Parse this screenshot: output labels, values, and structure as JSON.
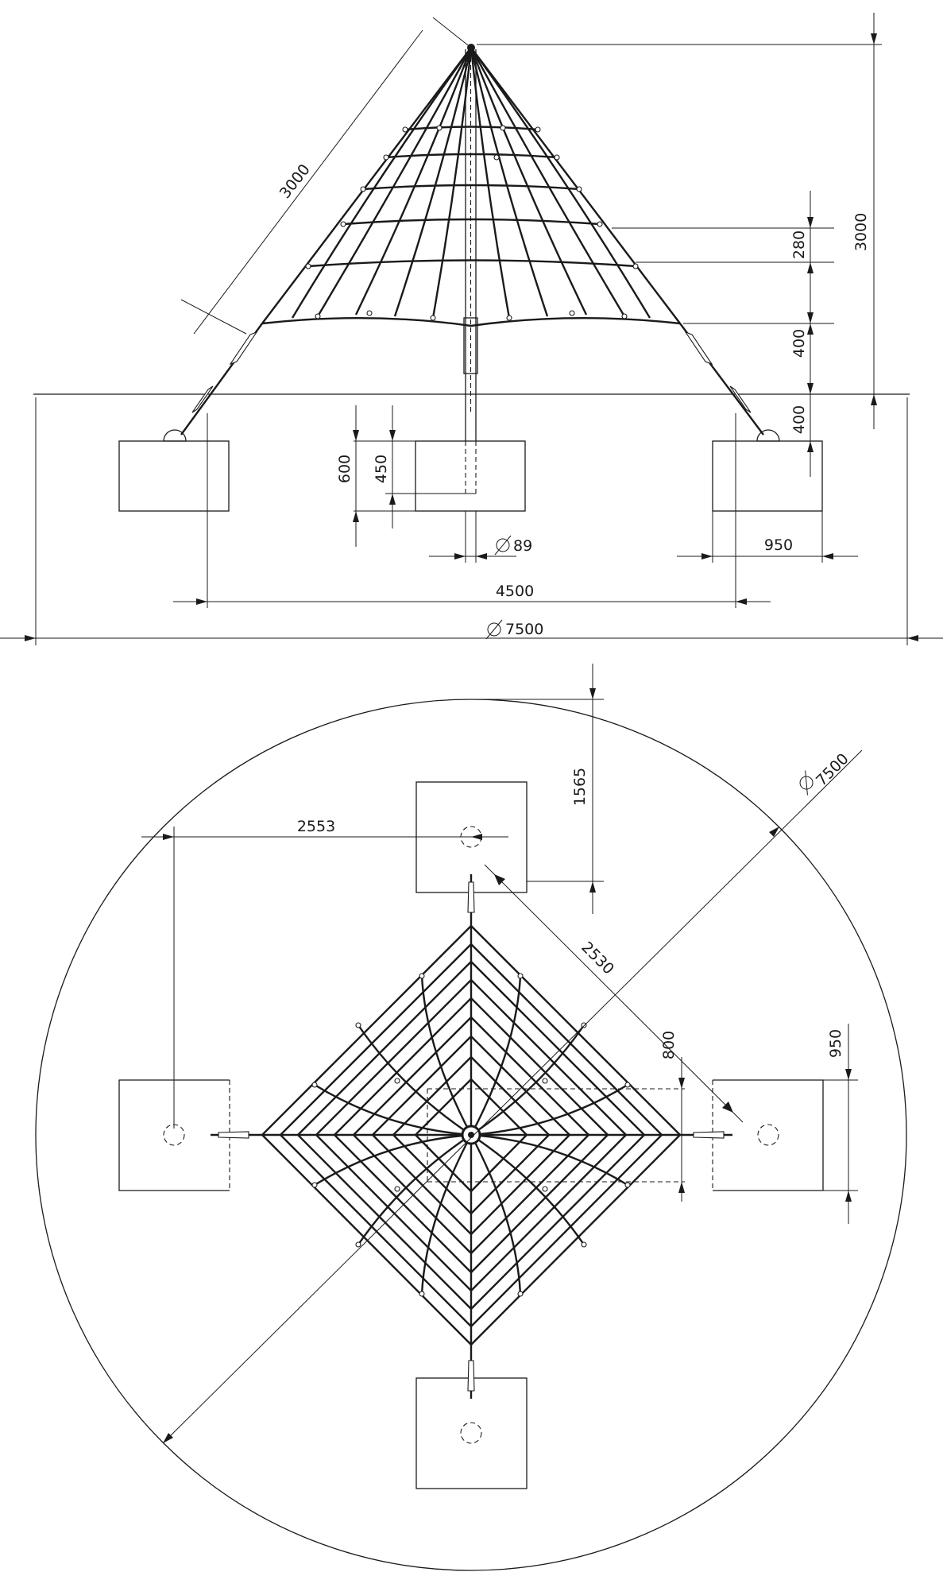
{
  "colors": {
    "line": "#1a1a1a",
    "background": "#ffffff"
  },
  "elevation": {
    "slant_length": "3000",
    "total_height": "3000",
    "net_spacing_top": "280",
    "net_spacing_mid": "400",
    "ground_clearance": "400",
    "foundation_depth": "600",
    "post_embed_depth": "450",
    "post_diameter": "89",
    "foundation_width": "950",
    "anchor_span": "4500",
    "safety_zone": "7500"
  },
  "plan": {
    "offset_top": "1565",
    "offset_left": "2553",
    "diagonal": "2530",
    "net_offset": "800",
    "foundation_size": "950",
    "safety_zone": "7500"
  }
}
